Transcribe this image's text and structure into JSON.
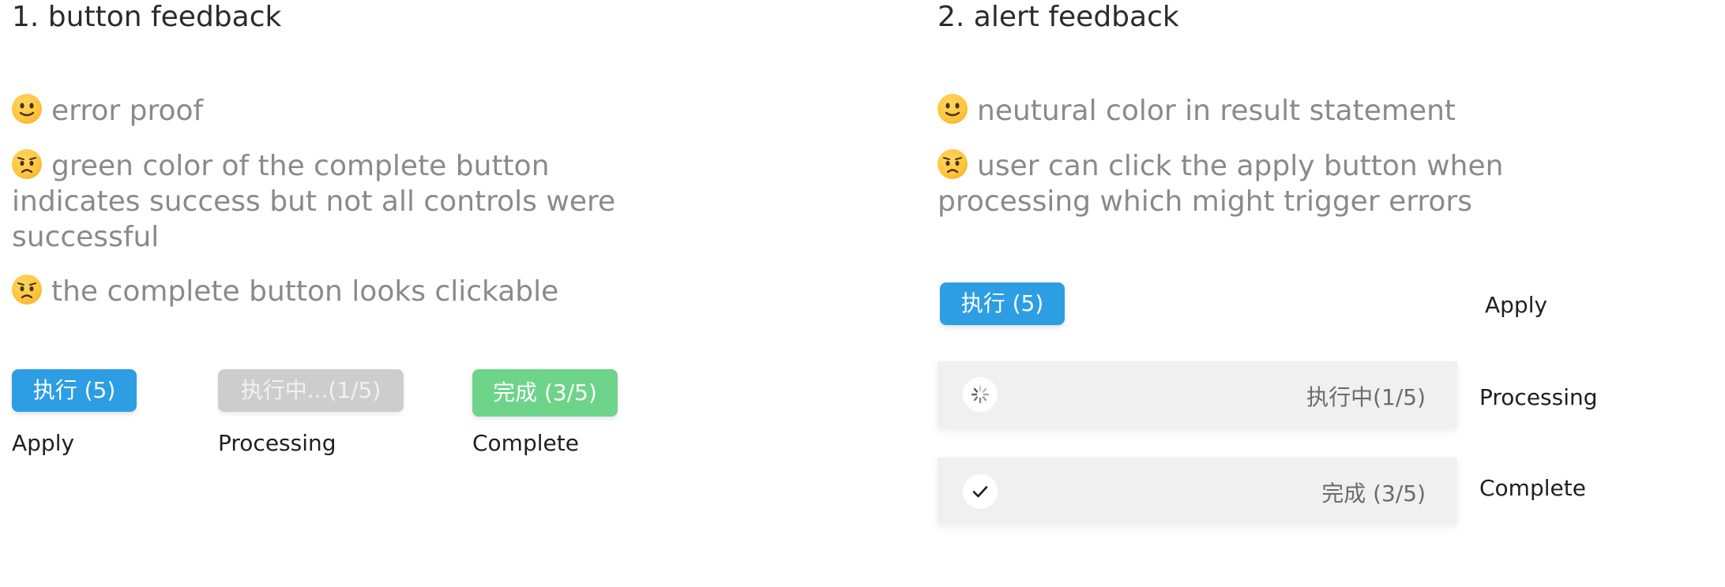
{
  "section1": {
    "title": "1. button feedback",
    "notes": [
      {
        "emoji": "slightly-smiling-face-icon",
        "text": "error proof"
      },
      {
        "emoji": "worried-face-icon",
        "text": "green color of the complete button indicates success but not all controls were successful"
      },
      {
        "emoji": "worried-face-icon",
        "text": "the complete button looks clickable"
      }
    ],
    "buttons": [
      {
        "label": "执行 (5)",
        "caption": "Apply",
        "color": "#2d9de4"
      },
      {
        "label": "执行中...(1/5)",
        "caption": "Processing",
        "color": "#cdcdcd"
      },
      {
        "label": "完成 (3/5)",
        "caption": "Complete",
        "color": "#6dd48a"
      }
    ]
  },
  "section2": {
    "title": "2. alert feedback",
    "notes": [
      {
        "emoji": "slightly-smiling-face-icon",
        "text": "neutural color in result statement"
      },
      {
        "emoji": "worried-face-icon",
        "text": "user can click the apply button when processing which might trigger errors"
      }
    ],
    "apply": {
      "label": "执行 (5)",
      "caption": "Apply"
    },
    "alerts": [
      {
        "icon": "spinner-icon",
        "text": "执行中(1/5)",
        "caption": "Processing"
      },
      {
        "icon": "check-icon",
        "text": "完成 (3/5)",
        "caption": "Complete"
      }
    ]
  }
}
